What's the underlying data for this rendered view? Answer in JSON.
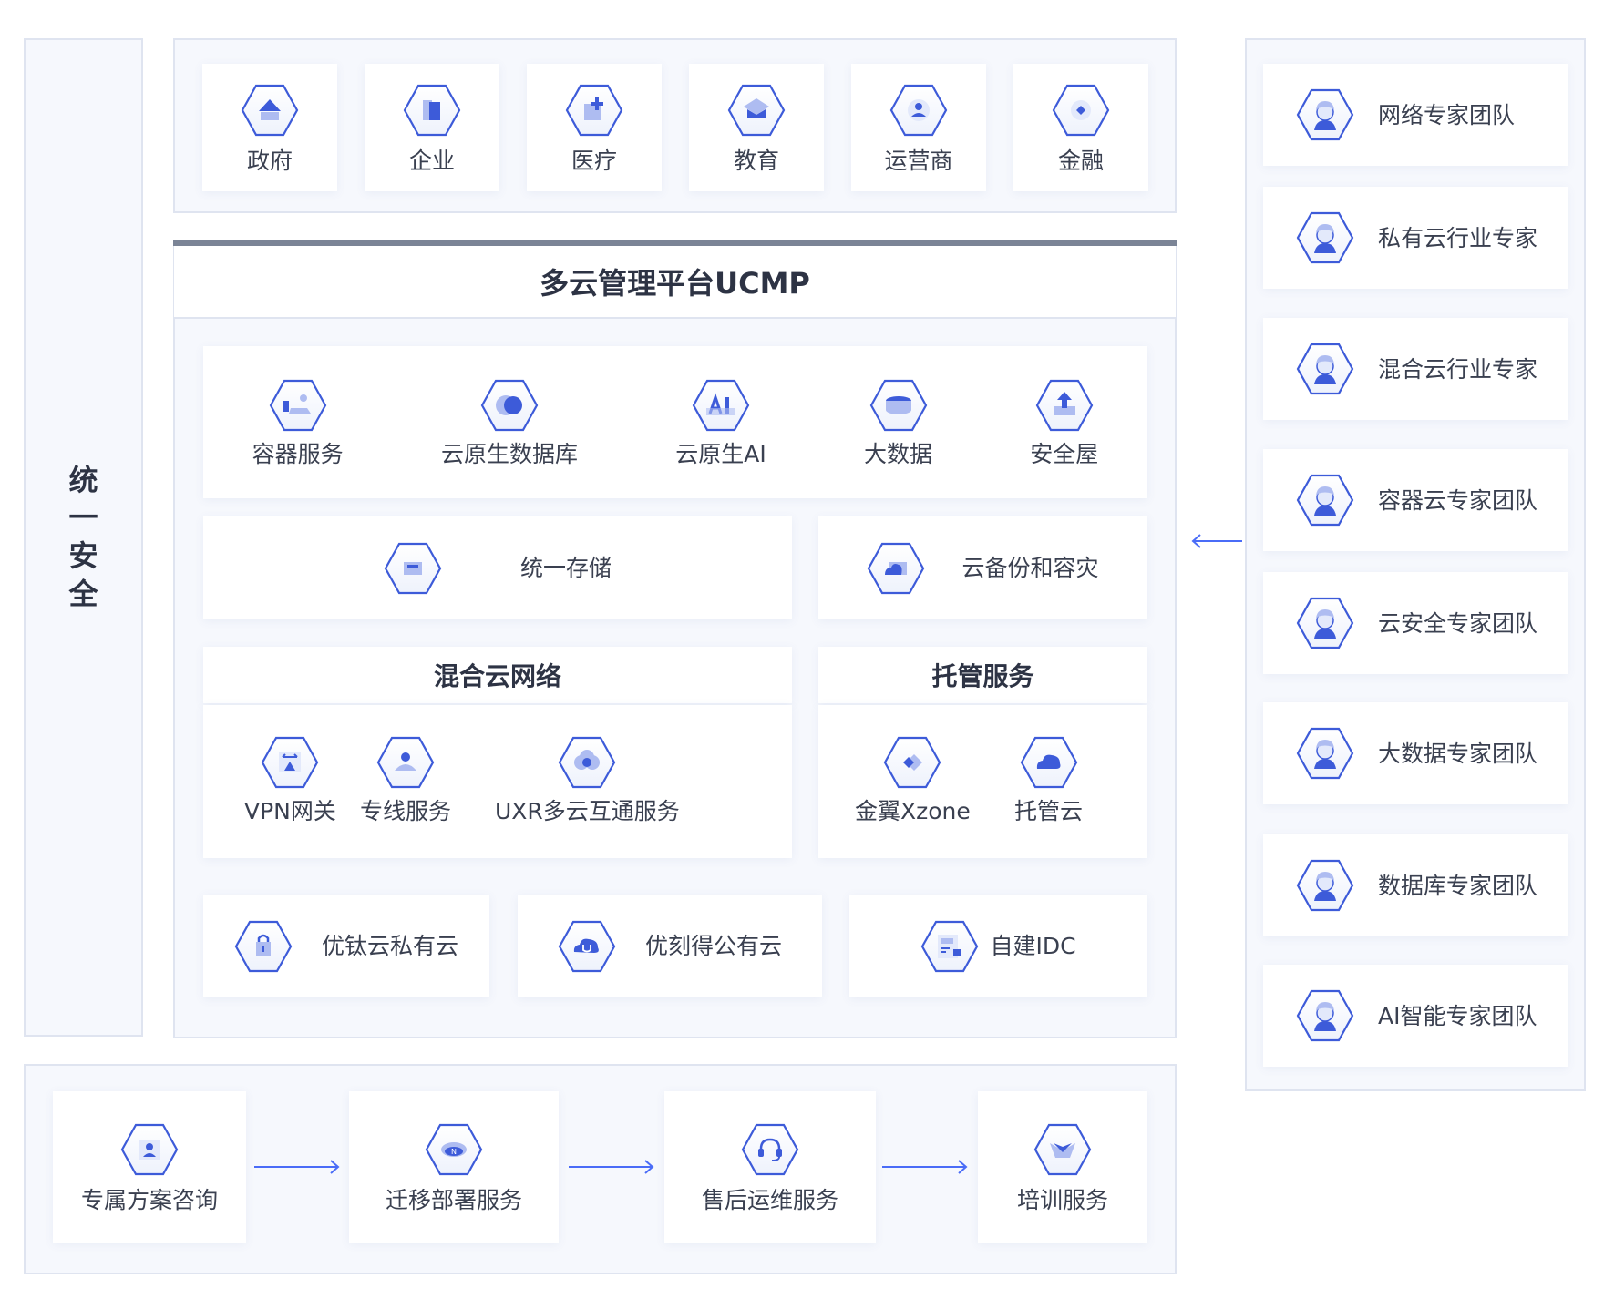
{
  "security": {
    "chars": [
      "统",
      "一",
      "安",
      "全"
    ]
  },
  "industries": [
    {
      "label": "政府",
      "icon": "government-icon"
    },
    {
      "label": "企业",
      "icon": "enterprise-icon"
    },
    {
      "label": "医疗",
      "icon": "medical-icon"
    },
    {
      "label": "教育",
      "icon": "education-icon"
    },
    {
      "label": "运营商",
      "icon": "operator-icon"
    },
    {
      "label": "金融",
      "icon": "finance-icon"
    }
  ],
  "platform": {
    "title": "多云管理平台UCMP",
    "services": [
      {
        "label": "容器服务",
        "icon": "container-icon"
      },
      {
        "label": "云原生数据库",
        "icon": "database-icon"
      },
      {
        "label": "云原生AI",
        "icon": "ai-icon"
      },
      {
        "label": "大数据",
        "icon": "bigdata-icon"
      },
      {
        "label": "安全屋",
        "icon": "security-house-icon"
      }
    ],
    "storage": {
      "label": "统一存储",
      "icon": "storage-icon"
    },
    "backup": {
      "label": "云备份和容灾",
      "icon": "backup-icon"
    },
    "network": {
      "title": "混合云网络",
      "items": [
        {
          "label": "VPN网关",
          "icon": "vpn-icon"
        },
        {
          "label": "专线服务",
          "icon": "dedicated-line-icon"
        },
        {
          "label": "UXR多云互通服务",
          "icon": "interconnect-icon"
        }
      ]
    },
    "hosting": {
      "title": "托管服务",
      "items": [
        {
          "label": "金翼Xzone",
          "icon": "xzone-icon"
        },
        {
          "label": "托管云",
          "icon": "hosted-cloud-icon"
        }
      ]
    },
    "clouds": [
      {
        "label": "优钛云私有云",
        "icon": "private-cloud-icon"
      },
      {
        "label": "优刻得公有云",
        "icon": "public-cloud-icon"
      },
      {
        "label": "自建IDC",
        "icon": "idc-icon"
      }
    ]
  },
  "experts": [
    "网络专家团队",
    "私有云行业专家",
    "混合云行业专家",
    "容器云专家团队",
    "云安全专家团队",
    "大数据专家团队",
    "数据库专家团队",
    "AI智能专家团队"
  ],
  "workflow": [
    {
      "label": "专属方案咨询",
      "icon": "consult-icon"
    },
    {
      "label": "迁移部署服务",
      "icon": "migration-icon"
    },
    {
      "label": "售后运维服务",
      "icon": "support-icon"
    },
    {
      "label": "培训服务",
      "icon": "training-icon"
    }
  ],
  "colors": {
    "accent": "#4a6cf7",
    "icon_fill": "#3d5bd9",
    "panel": "#f6f8fd",
    "border": "#dfe4f0",
    "bar": "#7b8496"
  }
}
